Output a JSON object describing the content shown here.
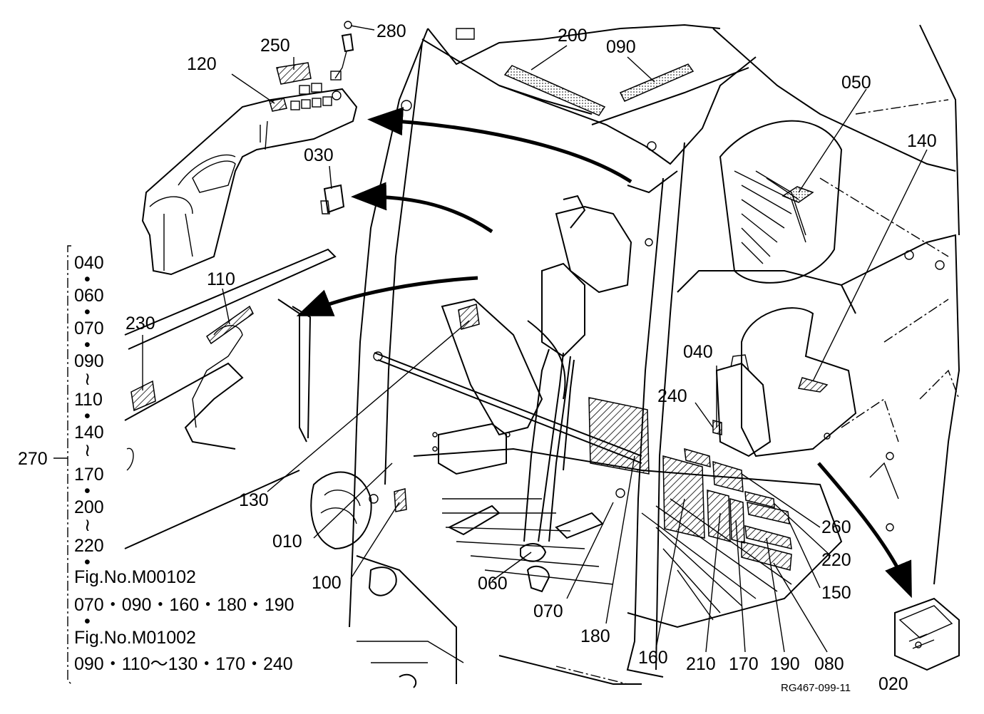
{
  "callouts": {
    "c280": "280",
    "c250": "250",
    "c120": "120",
    "c030": "030",
    "c200": "200",
    "c090": "090",
    "c050": "050",
    "c140": "140",
    "c110": "110",
    "c230": "230",
    "c130": "130",
    "c010": "010",
    "c100": "100",
    "c060": "060",
    "c070": "070",
    "c180": "180",
    "c160": "160",
    "c210": "210",
    "c170": "170",
    "c190": "190",
    "c080": "080",
    "c020": "020",
    "c040": "040",
    "c240": "240",
    "c260": "260",
    "c220": "220",
    "c150": "150",
    "c270": "270"
  },
  "group_270": {
    "items": [
      "040",
      "•",
      "060",
      "•",
      "070",
      "•",
      "090",
      "≀",
      "110",
      "•",
      "140",
      "≀",
      "170",
      "•",
      "200",
      "≀",
      "220",
      "•"
    ],
    "ref1_title": "Fig.No.M00102",
    "ref1_parts": "070・090・160・180・190",
    "ref_sep": "•",
    "ref2_title": "Fig.No.M01002",
    "ref2_parts": "090・110〜130・170・240"
  },
  "drawing_code": "RG467-099-11"
}
